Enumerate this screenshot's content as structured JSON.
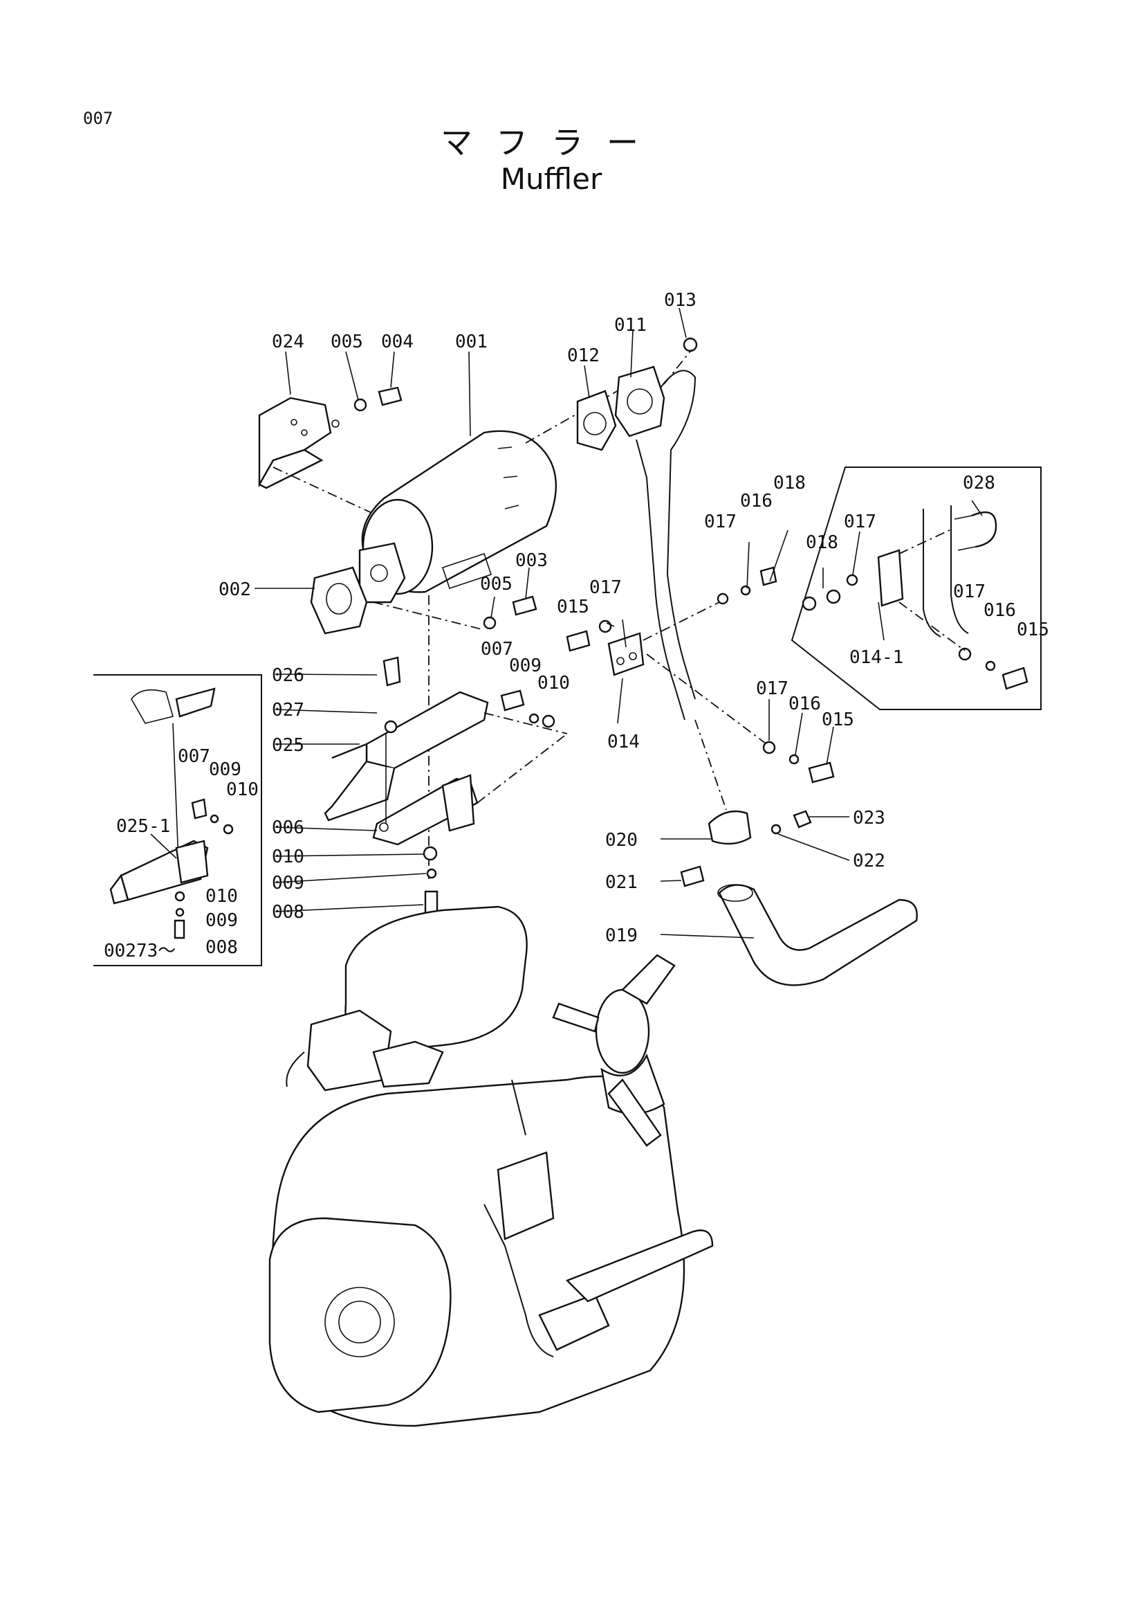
{
  "page": {
    "number": "007",
    "title_jp": "マフラー",
    "title_en": "Muffler"
  },
  "callouts": [
    {
      "id": "c001",
      "label": "001"
    },
    {
      "id": "c002",
      "label": "002"
    },
    {
      "id": "c003",
      "label": "003"
    },
    {
      "id": "c004",
      "label": "004"
    },
    {
      "id": "c005a",
      "label": "005"
    },
    {
      "id": "c005b",
      "label": "005"
    },
    {
      "id": "c006",
      "label": "006"
    },
    {
      "id": "c007a",
      "label": "007"
    },
    {
      "id": "c007b",
      "label": "007"
    },
    {
      "id": "c008a",
      "label": "008"
    },
    {
      "id": "c008b",
      "label": "008"
    },
    {
      "id": "c009a",
      "label": "009"
    },
    {
      "id": "c009b",
      "label": "009"
    },
    {
      "id": "c009c",
      "label": "009"
    },
    {
      "id": "c009d",
      "label": "009"
    },
    {
      "id": "c010a",
      "label": "010"
    },
    {
      "id": "c010b",
      "label": "010"
    },
    {
      "id": "c010c",
      "label": "010"
    },
    {
      "id": "c010d",
      "label": "010"
    },
    {
      "id": "c011",
      "label": "011"
    },
    {
      "id": "c012",
      "label": "012"
    },
    {
      "id": "c013",
      "label": "013"
    },
    {
      "id": "c014",
      "label": "014"
    },
    {
      "id": "c014-1",
      "label": "014-1"
    },
    {
      "id": "c015a",
      "label": "015"
    },
    {
      "id": "c015b",
      "label": "015"
    },
    {
      "id": "c015c",
      "label": "015"
    },
    {
      "id": "c016a",
      "label": "016"
    },
    {
      "id": "c016b",
      "label": "016"
    },
    {
      "id": "c016c",
      "label": "016"
    },
    {
      "id": "c017a",
      "label": "017"
    },
    {
      "id": "c017b",
      "label": "017"
    },
    {
      "id": "c017c",
      "label": "017"
    },
    {
      "id": "c017d",
      "label": "017"
    },
    {
      "id": "c017e",
      "label": "017"
    },
    {
      "id": "c018a",
      "label": "018"
    },
    {
      "id": "c018b",
      "label": "018"
    },
    {
      "id": "c019",
      "label": "019"
    },
    {
      "id": "c020",
      "label": "020"
    },
    {
      "id": "c021",
      "label": "021"
    },
    {
      "id": "c022",
      "label": "022"
    },
    {
      "id": "c023",
      "label": "023"
    },
    {
      "id": "c024",
      "label": "024"
    },
    {
      "id": "c025",
      "label": "025"
    },
    {
      "id": "c025-1",
      "label": "025-1"
    },
    {
      "id": "c026",
      "label": "026"
    },
    {
      "id": "c027",
      "label": "027"
    },
    {
      "id": "c028",
      "label": "028"
    }
  ],
  "inset_note": "00273～"
}
